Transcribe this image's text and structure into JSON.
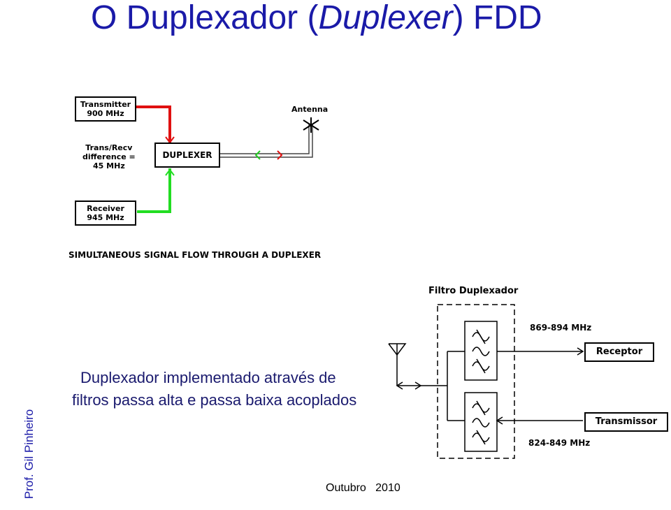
{
  "slide": {
    "title_prefix": "O Duplexador (",
    "title_italic": "Duplexer",
    "title_suffix": ") FDD",
    "author": "Prof. Gil Pinheiro",
    "footer": "Outubro   2010"
  },
  "diagram1": {
    "transmitter_line1": "Transmitter",
    "transmitter_line2": "900 MHz",
    "trans_recv_line1": "Trans/Recv",
    "trans_recv_line2": "difference =",
    "trans_recv_line3": "45 MHz",
    "duplexer": "DUPLEXER",
    "antenna": "Antenna",
    "receiver_line1": "Receiver",
    "receiver_line2": "945 MHz",
    "caption": "SIMULTANEOUS SIGNAL FLOW THROUGH A DUPLEXER",
    "colors": {
      "tx_line": "#e01010",
      "rx_line": "#22dd22"
    }
  },
  "description": {
    "line1": "Duplexador implementado através de",
    "line2": "filtros passa alta e passa baixa acoplados"
  },
  "diagram2": {
    "title": "Filtro Duplexador",
    "rx_band": "869-894 MHz",
    "receptor": "Receptor",
    "transmissor": "Transmissor",
    "tx_band": "824-849 MHz"
  }
}
